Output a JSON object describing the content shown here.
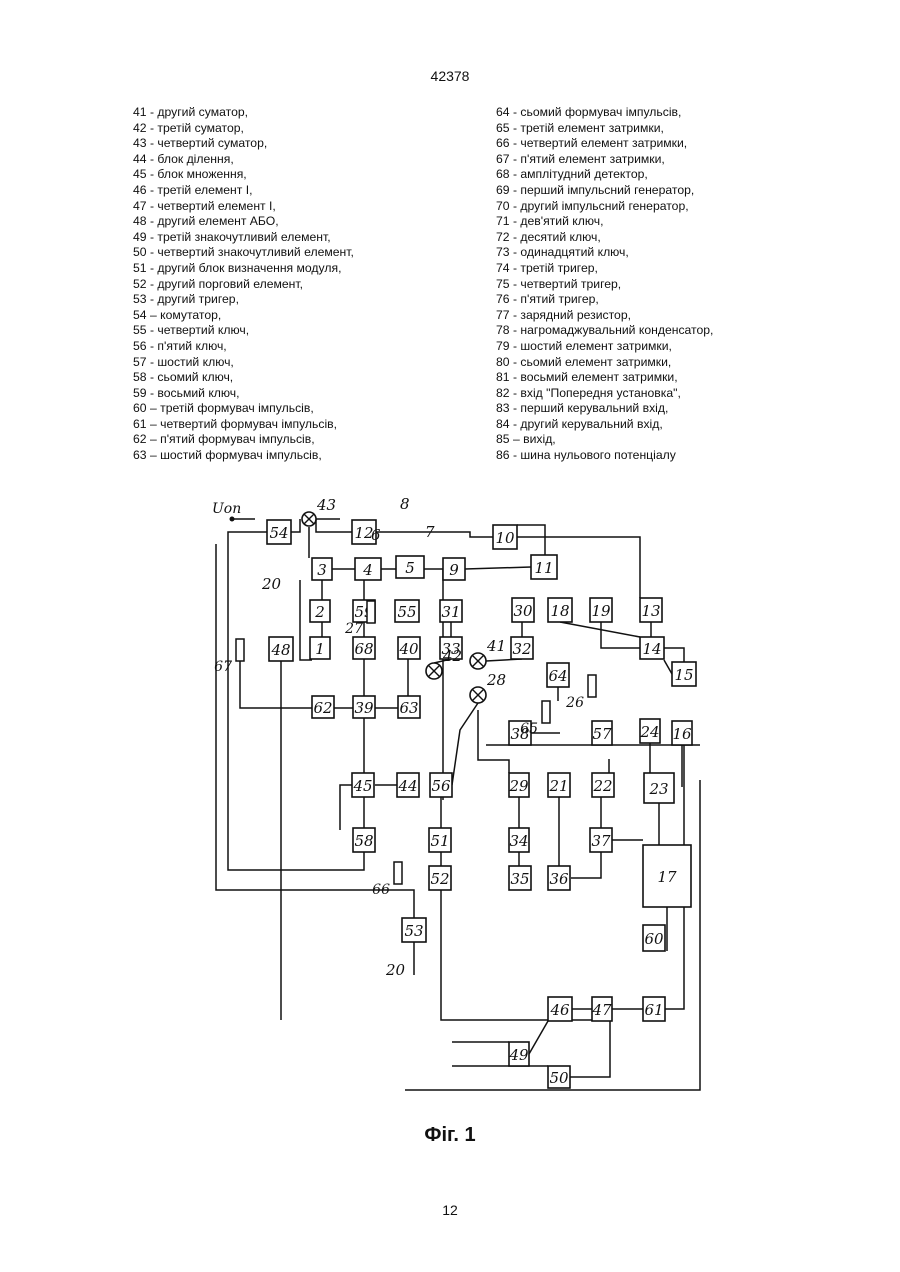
{
  "header": {
    "page_number_top": "42378"
  },
  "legend": {
    "left": [
      "41 - другий суматор,",
      "42  - третій суматор,",
      "43 - четвертий суматор,",
      "44 - блок ділення,",
      "45 - блок множення,",
      "46 - третій елемент І,",
      "47 - четвертий елемент І,",
      "48 - другий елемент АБО,",
      "49 - третій знакочутливий елемент,",
      "50 - четвертий знакочутливий елемент,",
      "51 - другий блок визначення модуля,",
      "52 - другий порговий елемент,",
      "53 - другий тригер,",
      "54 – комутатор,",
      "55 - четвертий ключ,",
      "56 - п'ятий ключ,",
      "57 - шостий ключ,",
      "58 - сьомий ключ,",
      "59 - восьмий ключ,",
      "60 – третій формувач імпульсів,",
      "61 – четвертий формувач імпульсів,",
      "62 – п'ятий формувач імпульсів,",
      "63 – шостий формувач імпульсів,"
    ],
    "right": [
      "64 - сьомий формувач імпульсів,",
      "65 - третій елемент затримки,",
      "66 - четвертий елемент затримки,",
      "67 - п'ятий елемент затримки,",
      "68 - амплітудний детектор,",
      "69 - перший імпульсний генератор,",
      "70 - другий імпульсний генератор,",
      "71 - дев'ятий ключ,",
      "72 - десятий ключ,",
      "73 - одинадцятий ключ,",
      "74 - третій тригер,",
      "75 - четвертий тригер,",
      "76 - п'ятий тригер,",
      "77 - зарядний резистор,",
      "78 - нагромаджувальний конденсатор,",
      "79 - шостий елемент затримки,",
      "80 - сьомий елемент затримки,",
      "81 - восьмий елемент затримки,",
      "82 - вхід \"Попередня установка\",",
      "83 - перший керувальний вхід,",
      "84 - другий керувальний вхід,",
      "85 – вихід,",
      "86 - шина нульового потенціалу"
    ]
  },
  "diagram": {
    "input_label": "Uоп",
    "blocks": [
      "54",
      "12",
      "10",
      "3",
      "4",
      "5",
      "9",
      "11",
      "2",
      "59",
      "55",
      "31",
      "30",
      "18",
      "19",
      "13",
      "1",
      "68",
      "40",
      "33",
      "32",
      "14",
      "15",
      "64",
      "48",
      "62",
      "39",
      "63",
      "57",
      "24",
      "16",
      "38",
      "45",
      "44",
      "56",
      "29",
      "21",
      "22",
      "23",
      "58",
      "51",
      "34",
      "37",
      "17",
      "52",
      "35",
      "36",
      "53",
      "60",
      "46",
      "47",
      "61",
      "49",
      "50"
    ],
    "resistors": [
      "67",
      "27",
      "65",
      "26",
      "66"
    ],
    "adders": [
      "43",
      "42",
      "41",
      "28"
    ],
    "labels": [
      "8",
      "6",
      "7",
      "20",
      "20"
    ]
  },
  "figure": {
    "caption": "Фіг. 1"
  },
  "footer": {
    "page_number_bottom": "12"
  }
}
